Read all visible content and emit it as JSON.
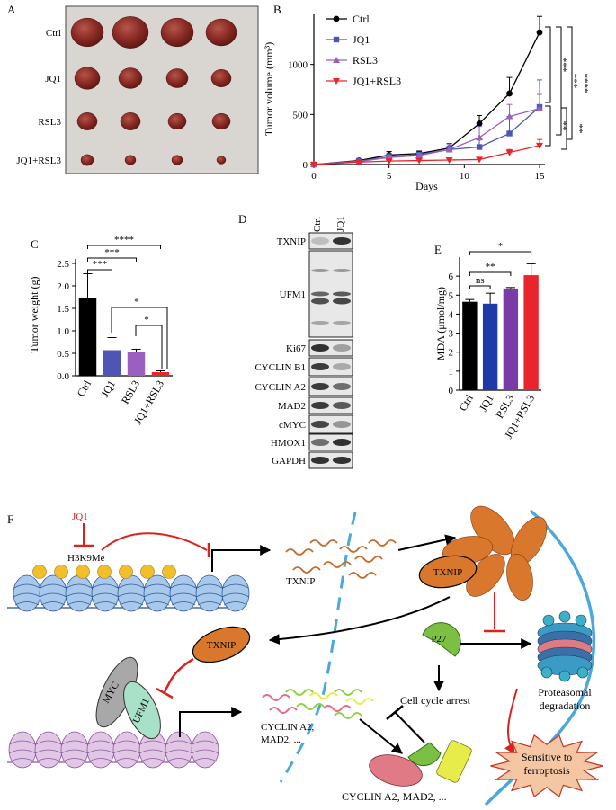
{
  "panels": {
    "A": "A",
    "B": "B",
    "C": "C",
    "D": "D",
    "E": "E",
    "F": "F"
  },
  "photo": {
    "rows": [
      "Ctrl",
      "JQ1",
      "RSL3",
      "JQ1+RSL3"
    ],
    "background": "#d9d6d2"
  },
  "chart_data": [
    {
      "id": "tumor-volume",
      "type": "line",
      "xlabel": "Days",
      "ylabel": "Tumor volume (mm³)",
      "xlim": [
        0,
        15
      ],
      "ylim": [
        0,
        1500
      ],
      "xticks": [
        0,
        5,
        10,
        15
      ],
      "yticks": [
        0,
        500,
        1000
      ],
      "x": [
        0,
        3,
        5,
        7,
        9,
        11,
        13,
        15
      ],
      "legend_position": "top-left",
      "series": [
        {
          "name": "Ctrl",
          "color": "#000000",
          "marker": "circle",
          "values": [
            0,
            40,
            95,
            110,
            165,
            410,
            710,
            1320
          ],
          "errors": [
            0,
            15,
            35,
            25,
            45,
            80,
            160,
            160
          ]
        },
        {
          "name": "JQ1",
          "color": "#4d55b5",
          "marker": "square",
          "values": [
            0,
            35,
            75,
            100,
            150,
            175,
            310,
            575
          ],
          "errors": [
            0,
            15,
            35,
            20,
            35,
            70,
            170,
            270
          ]
        },
        {
          "name": "RSL3",
          "color": "#9a5fc0",
          "marker": "triangle",
          "values": [
            0,
            30,
            70,
            90,
            150,
            270,
            480,
            560
          ],
          "errors": [
            0,
            12,
            25,
            20,
            55,
            110,
            120,
            140
          ]
        },
        {
          "name": "JQ1+RSL3",
          "color": "#e8252a",
          "marker": "triangle-down",
          "values": [
            0,
            25,
            35,
            40,
            45,
            50,
            120,
            190
          ],
          "errors": [
            0,
            10,
            15,
            15,
            20,
            20,
            30,
            60
          ]
        }
      ],
      "significance": [
        "***",
        "***",
        "****",
        "**",
        "**"
      ]
    },
    {
      "id": "tumor-weight",
      "type": "bar",
      "ylabel": "Tumor weight (g)",
      "categories": [
        "Ctrl",
        "JQ1",
        "RSL3",
        "JQ1+RSL3"
      ],
      "values": [
        1.72,
        0.57,
        0.52,
        0.08
      ],
      "errors": [
        0.55,
        0.28,
        0.07,
        0.03
      ],
      "colors": [
        "#000000",
        "#4d55b5",
        "#9a5fc0",
        "#e8252a"
      ],
      "ylim": [
        0,
        2.6
      ],
      "yticks": [
        0.0,
        0.5,
        1.0,
        1.5,
        2.0,
        2.5
      ],
      "significance": [
        "****",
        "***",
        "***",
        "*",
        "*"
      ]
    },
    {
      "id": "mda",
      "type": "bar",
      "ylabel": "MDA (μmol/mg)",
      "categories": [
        "Ctrl",
        "JQ1",
        "RSL3",
        "JQ1+RSL3"
      ],
      "values": [
        4.65,
        4.55,
        5.35,
        6.05
      ],
      "errors": [
        0.12,
        0.55,
        0.05,
        0.6
      ],
      "colors": [
        "#000000",
        "#1f3aa8",
        "#7a3aa8",
        "#e8252a"
      ],
      "ylim": [
        0,
        7
      ],
      "yticks": [
        0,
        1,
        2,
        3,
        4,
        5,
        6
      ],
      "significance": [
        "*",
        "**",
        "ns"
      ]
    }
  ],
  "blot": {
    "lanes": [
      "Ctrl",
      "JQ1"
    ],
    "rows": [
      {
        "label": "TXNIP",
        "left": 0.15,
        "right": 0.85
      },
      {
        "label": "UFM1",
        "left": 0.7,
        "right": 0.75
      },
      {
        "label": "Ki67",
        "left": 0.85,
        "right": 0.3
      },
      {
        "label": "CYCLIN B1",
        "left": 0.8,
        "right": 0.25
      },
      {
        "label": "CYCLIN A2",
        "left": 0.8,
        "right": 0.55
      },
      {
        "label": "MAD2",
        "left": 0.8,
        "right": 0.65
      },
      {
        "label": "cMYC",
        "left": 0.75,
        "right": 0.35
      },
      {
        "label": "HMOX1",
        "left": 0.55,
        "right": 0.85
      },
      {
        "label": "GAPDH",
        "left": 0.85,
        "right": 0.85
      }
    ]
  },
  "diagram": {
    "jq1": "JQ1",
    "h3k9me": "H3K9Me",
    "txnip_mrna": "TXNIP",
    "txnip_protein_1": "TXNIP",
    "txnip_protein_2": "TXNIP",
    "myc": "MYC",
    "ufm1": "UFM1",
    "genes": "CYCLIN A2,",
    "genes_2": "MAD2, ...",
    "p27": "P27",
    "cell_cycle_arrest": "Cell cycle arrest",
    "proteasomal": "Proteasomal",
    "degradation": "degradation",
    "sensitive": "Sensitive to",
    "ferroptosis": "ferroptosis",
    "bottom_proteins": "CYCLIN A2, MAD2, ...",
    "colors": {
      "inhibit": "#d9231e",
      "membrane": "#4aa8dc",
      "txnip": "#d9772c",
      "nucleosome": "#a9c9ec",
      "nucleosome_2": "#e1c6e6",
      "methyl": "#f2bf2a"
    }
  }
}
